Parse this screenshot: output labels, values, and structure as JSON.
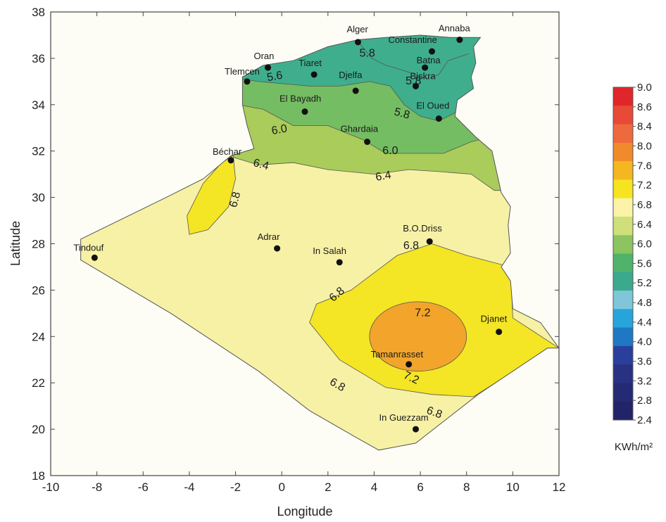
{
  "map": {
    "xlabel": "Longitude",
    "ylabel": "Latitude",
    "xlim": [
      -10,
      12
    ],
    "ylim": [
      18,
      38
    ],
    "x_ticks": [
      "-10",
      "-8",
      "-6",
      "-4",
      "-2",
      "0",
      "2",
      "4",
      "6",
      "8",
      "10",
      "12"
    ],
    "y_ticks": [
      "18",
      "20",
      "22",
      "24",
      "26",
      "28",
      "30",
      "32",
      "34",
      "36",
      "38"
    ],
    "background": "#ffffff",
    "plot_area_color": "#fdfdf6"
  },
  "zones": {
    "z56_color": "#3fae8c",
    "z60_color": "#75bd62",
    "z64_color": "#a9cc5a",
    "z68_color": "#f7f1a6",
    "z72_color": "#f4e525",
    "z76_color": "#f2a52a",
    "outline_color": "#555555"
  },
  "cities": [
    {
      "name": "Alger",
      "lon": 3.3,
      "lat": 36.7
    },
    {
      "name": "Annaba",
      "lon": 7.7,
      "lat": 36.8
    },
    {
      "name": "Constantine",
      "lon": 6.5,
      "lat": 36.3
    },
    {
      "name": "Batna",
      "lon": 6.2,
      "lat": 35.6
    },
    {
      "name": "Biskra",
      "lon": 5.8,
      "lat": 34.8
    },
    {
      "name": "Oran",
      "lon": -0.6,
      "lat": 35.6
    },
    {
      "name": "Tlemcen",
      "lon": -1.5,
      "lat": 35.0
    },
    {
      "name": "Tiaret",
      "lon": 1.4,
      "lat": 35.3
    },
    {
      "name": "Djelfa",
      "lon": 3.2,
      "lat": 34.6
    },
    {
      "name": "El Bayadh",
      "lon": 1.0,
      "lat": 33.7
    },
    {
      "name": "El Oued",
      "lon": 6.8,
      "lat": 33.4
    },
    {
      "name": "Ghardaia",
      "lon": 3.7,
      "lat": 32.4
    },
    {
      "name": "Béchar",
      "lon": -2.2,
      "lat": 31.6
    },
    {
      "name": "Adrar",
      "lon": -0.2,
      "lat": 27.8
    },
    {
      "name": "In Salah",
      "lon": 2.5,
      "lat": 27.2
    },
    {
      "name": "B.O.Driss",
      "lon": 6.4,
      "lat": 28.1
    },
    {
      "name": "Tindouf",
      "lon": -8.1,
      "lat": 27.4
    },
    {
      "name": "Djanet",
      "lon": 9.4,
      "lat": 24.2
    },
    {
      "name": "Tamanrasset",
      "lon": 5.5,
      "lat": 22.8
    },
    {
      "name": "In Guezzam",
      "lon": 5.8,
      "lat": 20.0
    }
  ],
  "contour_labels": [
    {
      "text": "5.6",
      "lon": -0.3,
      "lat": 35.2,
      "rot": -10
    },
    {
      "text": "5.8",
      "lon": 3.7,
      "lat": 36.2,
      "rot": 0
    },
    {
      "text": "5.8",
      "lon": 5.2,
      "lat": 33.6,
      "rot": 15
    },
    {
      "text": "5.8",
      "lon": 5.7,
      "lat": 35.0,
      "rot": 0
    },
    {
      "text": "6.0",
      "lon": -0.1,
      "lat": 32.9,
      "rot": -10
    },
    {
      "text": "6.0",
      "lon": 4.7,
      "lat": 32.0,
      "rot": 0
    },
    {
      "text": "6.4",
      "lon": -0.9,
      "lat": 31.4,
      "rot": 15
    },
    {
      "text": "6.4",
      "lon": 4.4,
      "lat": 30.9,
      "rot": -10
    },
    {
      "text": "6.8",
      "lon": -2.0,
      "lat": 29.9,
      "rot": -75
    },
    {
      "text": "6.8",
      "lon": 5.6,
      "lat": 27.9,
      "rot": 0
    },
    {
      "text": "6.8",
      "lon": 2.4,
      "lat": 25.8,
      "rot": -40
    },
    {
      "text": "6.8",
      "lon": 2.4,
      "lat": 21.9,
      "rot": 30
    },
    {
      "text": "6.8",
      "lon": 6.6,
      "lat": 20.7,
      "rot": 20
    },
    {
      "text": "7.2",
      "lon": 6.1,
      "lat": 25.0,
      "rot": 0
    },
    {
      "text": "7.2",
      "lon": 5.6,
      "lat": 22.2,
      "rot": 25
    }
  ],
  "colorbar": {
    "unit": "KWh/m²",
    "min": 2.4,
    "max": 9.0,
    "labels": [
      "9.0",
      "8.6",
      "8.4",
      "8.0",
      "7.6",
      "7.2",
      "6.8",
      "6.4",
      "6.0",
      "5.6",
      "5.2",
      "4.8",
      "4.4",
      "4.0",
      "3.6",
      "3.2",
      "2.8",
      "2.4"
    ],
    "colors": [
      "#e0262a",
      "#e84a38",
      "#ee6a3e",
      "#f08a2d",
      "#f4b71f",
      "#f6e420",
      "#fbf3a8",
      "#cfe07b",
      "#8cc460",
      "#4fb36c",
      "#3aa98e",
      "#7fc6d8",
      "#27a4dc",
      "#1e78c4",
      "#2a3f9b",
      "#283182",
      "#252a74",
      "#23236a"
    ]
  }
}
